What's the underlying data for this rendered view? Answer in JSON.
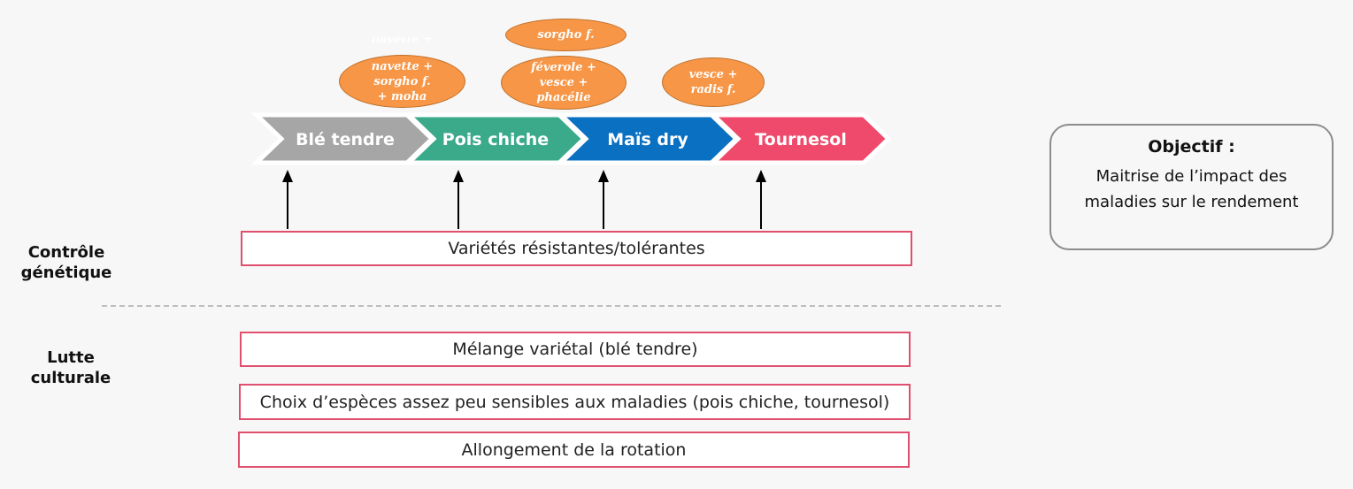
{
  "crops": [
    {
      "label": "Blé tendre",
      "color": "#a6a6a6"
    },
    {
      "label": "Pois chiche",
      "color": "#3aaa8a"
    },
    {
      "label": "Maïs dry",
      "color": "#0a70c2"
    },
    {
      "label": "Tournesol",
      "color": "#ef4a6b"
    }
  ],
  "cover_crops": [
    {
      "lines": [
        "navette +",
        "sorgho f.",
        "+ moha"
      ],
      "clipped_top": "navette +"
    },
    {
      "lines": [
        "féverole +",
        "vesce +",
        "phacélie"
      ]
    },
    {
      "lines": [
        "sorgho f."
      ]
    },
    {
      "lines": [
        "vesce +",
        "radis f."
      ]
    }
  ],
  "categories": {
    "genetic": "Contrôle génétique",
    "cultural": "Lutte culturale"
  },
  "measures": {
    "genetic": "Variétés résistantes/tolérantes",
    "cultural": [
      "Mélange variétal (blé tendre)",
      "Choix d’espèces assez peu sensibles aux maladies (pois chiche, tournesol)",
      "Allongement de la rotation"
    ]
  },
  "objective": {
    "title": "Objectif :",
    "text": "Maitrise de l’impact des maladies sur le rendement"
  },
  "colors": {
    "oval_fill": "#f79646",
    "bar_border": "#e0506e",
    "divider": "#aaaaaa"
  }
}
